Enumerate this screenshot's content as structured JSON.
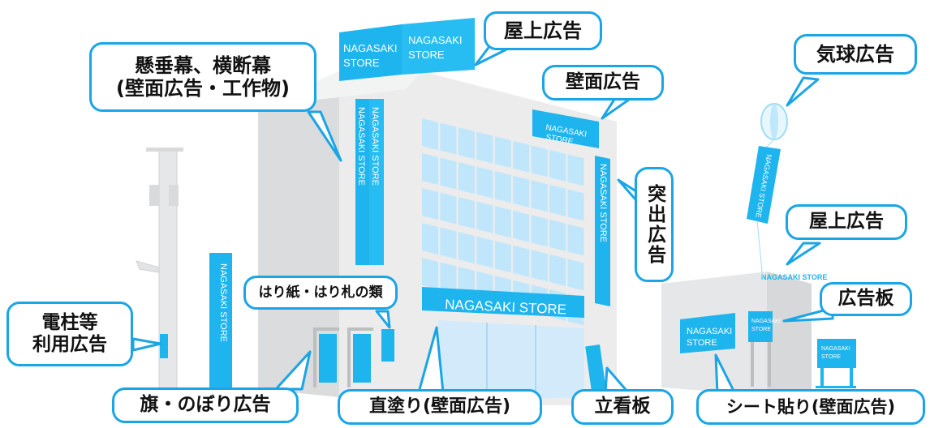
{
  "brand": "NAGASAKI STORE",
  "brand_lines": [
    "NAGASAKI",
    "STORE"
  ],
  "colors": {
    "accent": "#1aa5e6",
    "sign": "#1eb4ee",
    "building": "#e8e9ea",
    "building_shade": "#cfd1d3",
    "window": "#bfe6fb",
    "outline": "#1aa5e6"
  },
  "labels": {
    "rooftop_top": "屋上広告",
    "banner_lines": [
      "懸垂幕、横断幕",
      "(壁面広告・工作物)"
    ],
    "wall": "壁面広告",
    "balloon": "気球広告",
    "projecting": "突出広告",
    "rooftop_right": "屋上広告",
    "posters": "はり紙・はり札の類",
    "billboard": "広告板",
    "pole_lines": [
      "電柱等",
      "利用広告"
    ],
    "flags": "旗・のぼり広告",
    "painted": "直塗り(壁面広告)",
    "standing": "立看板",
    "sheet": "シート貼り(壁面広告)"
  }
}
